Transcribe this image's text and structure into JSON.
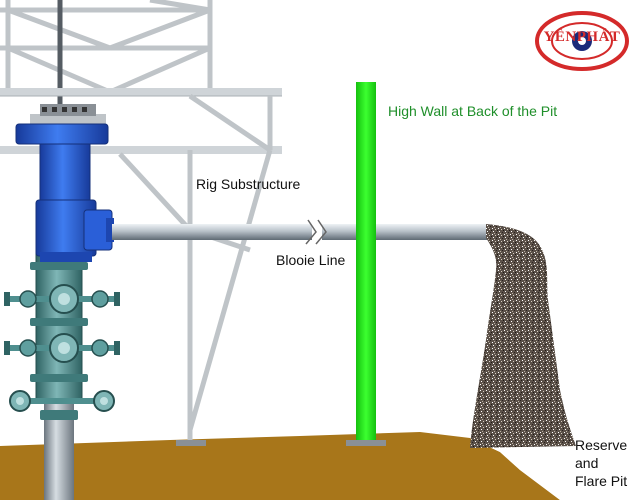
{
  "labels": {
    "high_wall": "High Wall at Back of the Pit",
    "rig_substructure": "Rig Substructure",
    "blooie_line": "Blooie Line",
    "reserve": "Reserve",
    "and": "and",
    "flare_pit": "Flare Pit"
  },
  "logo": {
    "text": "YÊNPHÁT",
    "ring_color": "#d42a2a",
    "text_color": "#d42a2a"
  },
  "colors": {
    "wall": "#22e81a",
    "ground": "#a8761a",
    "pipe": "#a9b3bd",
    "wellhead_blue": "#2a5fd8",
    "valve_teal": "#4f8f8f",
    "frame": "#bfc4c8"
  }
}
